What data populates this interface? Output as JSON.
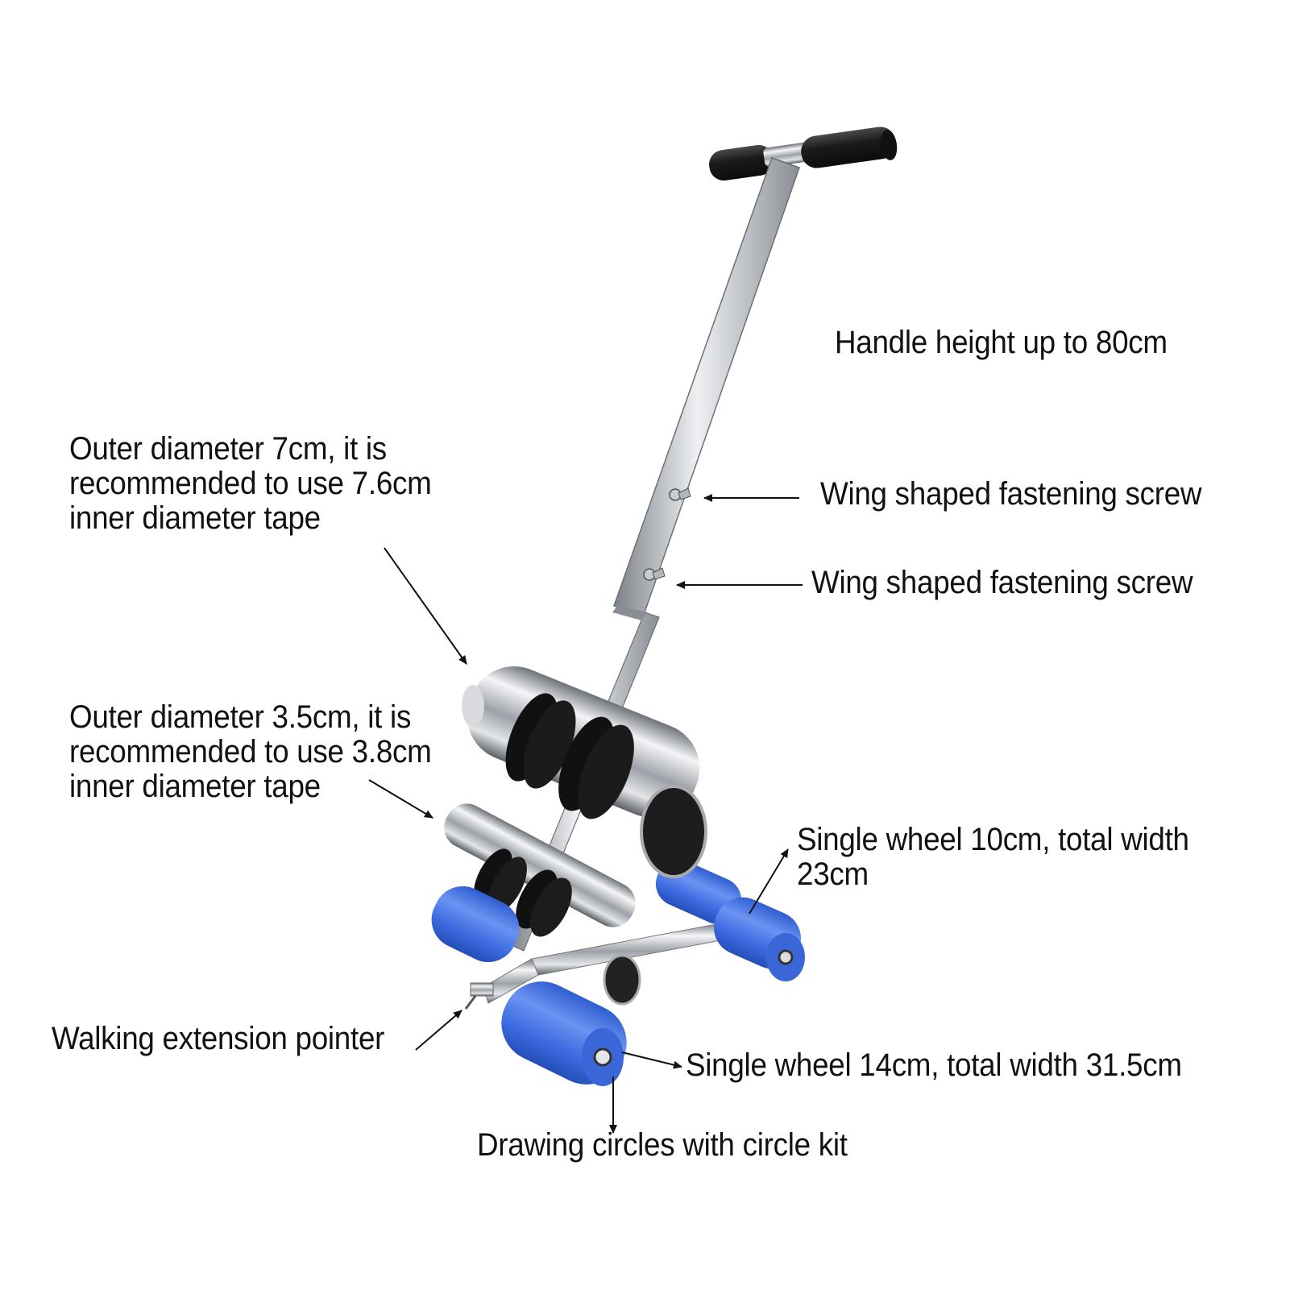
{
  "annotations": {
    "handle_height": "Handle height up to 80cm",
    "wing_screw_upper": "Wing shaped fastening screw",
    "wing_screw_lower": "Wing shaped fastening screw",
    "large_core": [
      "Outer diameter 7cm, it is",
      "recommended to use 7.6cm",
      "inner diameter tape"
    ],
    "small_core": [
      "Outer diameter 3.5cm, it is",
      "recommended to use 3.8cm",
      "inner diameter tape"
    ],
    "rear_wheel": [
      "Single wheel 10cm, total width",
      "23cm"
    ],
    "front_wheel": "Single wheel 14cm, total width 31.5cm",
    "pointer": "Walking extension pointer",
    "circle_kit": "Drawing circles with circle kit"
  },
  "icons": {
    "product": "floor-tape-applicator-illustration",
    "callout": "arrow-icon"
  },
  "colors": {
    "wheel_blue": "#3f6fe0",
    "steel": "#b9bcc2",
    "grip_black": "#1b1b1b",
    "text": "#111111"
  }
}
